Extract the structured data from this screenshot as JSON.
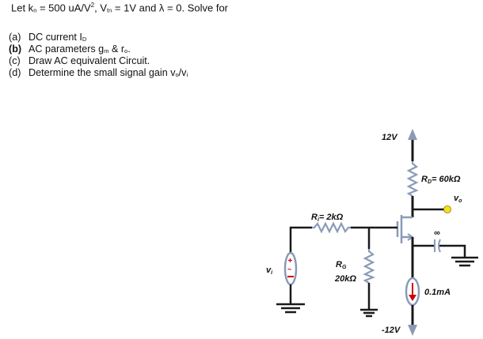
{
  "problem": {
    "intro": {
      "prefix": "Let k",
      "kn_sub": "n",
      "kn_value": " = 500 uA/V",
      "kn_sup": "2",
      "vtn_prefix": ", V",
      "vtn_sub": "tn",
      "vtn_value": " = 1V and λ = 0. Solve for"
    },
    "parts": [
      {
        "label": "(a)",
        "text": "DC current I",
        "sub": "D",
        "tail": "",
        "bold_label": false
      },
      {
        "label": "(b)",
        "text": "AC parameters g",
        "sub": "m",
        "tail": " & r",
        "sub2": "o",
        "tail2": ".",
        "bold_label": true
      },
      {
        "label": "(c)",
        "text": "Draw AC equivalent Circuit.",
        "sub": "",
        "tail": "",
        "bold_label": false
      },
      {
        "label": "(d)",
        "text": "Determine the small signal gain v",
        "sub": "o",
        "tail": "/v",
        "sub2": "i",
        "tail2": "",
        "bold_label": false
      }
    ]
  },
  "circuit": {
    "vdd_label": "12V",
    "vss_label": "-12V",
    "rd": {
      "name": "R",
      "sub": "D",
      "value": "= 60kΩ"
    },
    "ri": {
      "name": "R",
      "sub": "i",
      "value": "= 2kΩ"
    },
    "rg": {
      "name": "R",
      "sub": "G",
      "value": "20kΩ"
    },
    "vo": {
      "name": "v",
      "sub": "o"
    },
    "vi": {
      "name": "v",
      "sub": "i"
    },
    "cap_label": "∞",
    "current_source": "0.1mA",
    "source_plus": "+",
    "source_tilde": "~",
    "source_minus": "−",
    "colors": {
      "wire": "#1a1a1a",
      "component": "#8a9bb8",
      "node": "#f5e11a",
      "polarity": "#cc0000"
    }
  }
}
